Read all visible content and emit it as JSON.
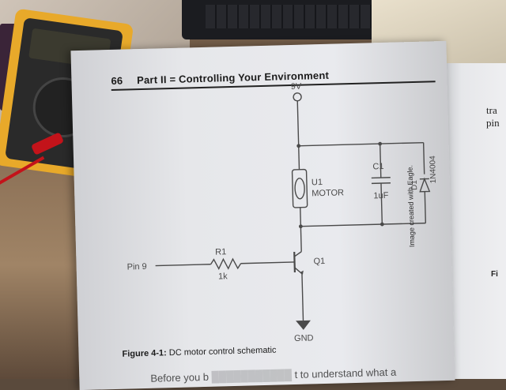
{
  "book": {
    "page_number": "66",
    "running_header": "Part II = Controlling Your Environment",
    "figure_caption_label": "Figure 4-1:",
    "figure_caption_text": "DC motor control schematic",
    "image_credit": "Image created with Eagle.",
    "body_text_start": "Before you b",
    "body_text_end": "t to understand what a"
  },
  "schematic": {
    "supply_label": "9V",
    "ground_label": "GND",
    "motor_ref": "U1",
    "motor_label": "MOTOR",
    "cap_ref": "C1",
    "cap_value": "1uF",
    "diode_ref": "D1",
    "diode_value": "1N4004",
    "resistor_ref": "R1",
    "resistor_value": "1k",
    "transistor_ref": "Q1",
    "input_label": "Pin 9"
  },
  "right_page_fragments": [
    "tra",
    "pin",
    "Fi"
  ],
  "colors": {
    "page": "#e8e9ed",
    "ink": "#4a4a4a",
    "multimeter": "#e8a92a",
    "probe": "#c3131a"
  }
}
